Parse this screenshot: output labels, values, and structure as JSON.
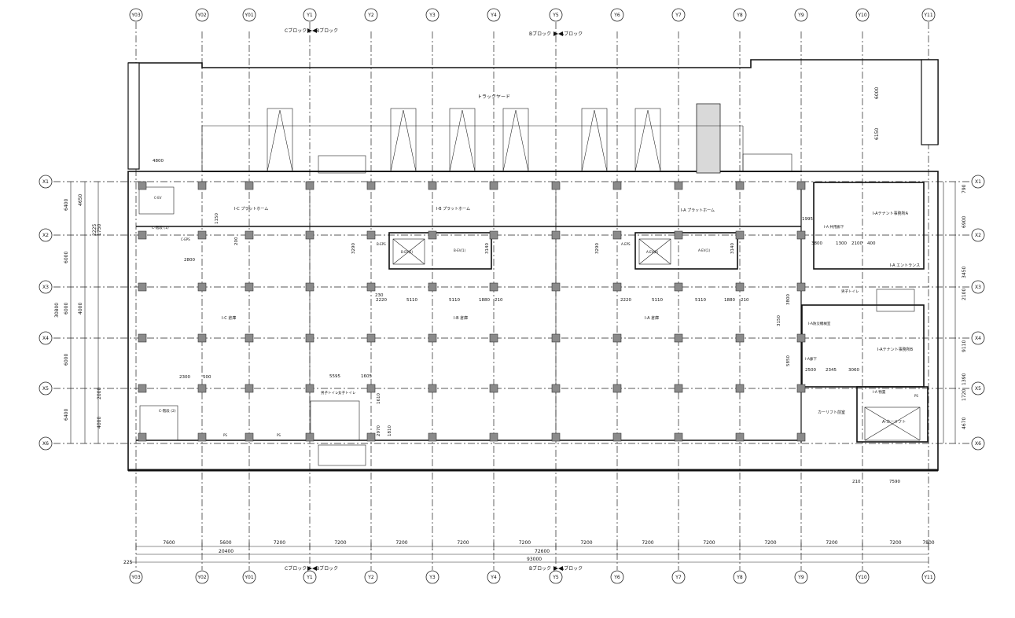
{
  "block_markers": {
    "top_c_b": "Cブロック",
    "top_b": "Bブロック",
    "top_b2": "Bブロック",
    "top_a": "Aブロック",
    "bottom_c_b": "Cブロック",
    "bottom_b": "Bブロック",
    "bottom_b2": "Bブロック",
    "bottom_a": "Aブロック"
  },
  "y_axes": [
    {
      "label": "Y03"
    },
    {
      "label": "Y02"
    },
    {
      "label": "Y01"
    },
    {
      "label": "Y1"
    },
    {
      "label": "Y2"
    },
    {
      "label": "Y3"
    },
    {
      "label": "Y4"
    },
    {
      "label": "Y5"
    },
    {
      "label": "Y6"
    },
    {
      "label": "Y7"
    },
    {
      "label": "Y8"
    },
    {
      "label": "Y9"
    },
    {
      "label": "Y10"
    },
    {
      "label": "Y11"
    }
  ],
  "x_axes": [
    {
      "label": "X1"
    },
    {
      "label": "X2"
    },
    {
      "label": "X3"
    },
    {
      "label": "X4"
    },
    {
      "label": "X5"
    },
    {
      "label": "X6"
    }
  ],
  "bottom_spans": [
    "7600",
    "5600",
    "7200",
    "7200",
    "7200",
    "7200",
    "7200",
    "7200",
    "7200",
    "7200",
    "7200",
    "7200",
    "7200",
    "7800"
  ],
  "bottom_subtotals": {
    "left": "20400",
    "right": "72600",
    "total": "93000",
    "offset": "225"
  },
  "left_dims": {
    "a": "6400",
    "b": "4650",
    "c": "6000",
    "d": "6000",
    "e": "6000",
    "f": "6400",
    "total": "30800",
    "g": "2000",
    "h": "4000",
    "i": "1750",
    "j": "2225"
  },
  "right_dims": [
    "790",
    "6900",
    "3450",
    "2100",
    "9110",
    "1390",
    "1720",
    "4670"
  ],
  "right_top_dims": [
    "6000",
    "6150"
  ],
  "rooms": {
    "truck_yard": "トラックヤード",
    "platform_c": "I-C プラットホーム",
    "platform_b": "I-B プラットホーム",
    "platform_a": "I-A プラットホーム",
    "warehouse_c": "I-C 倉庫",
    "warehouse_b": "I-B 倉庫",
    "warehouse_a": "I-A 倉庫",
    "tenant_office_a": "I-Aテナント事務所A",
    "tenant_office_b": "I-Aテナント事務所B",
    "entrance": "I-A エントランス",
    "common_corridor": "I-A 共用廊下",
    "corridor": "I-A廊下",
    "disaster_center": "I-A防災機械室",
    "toilets_a": "男子トイレ",
    "toilets_b1": "男子トイレ",
    "toilets_b2": "女子トイレ",
    "forklift": "カーリフト前室",
    "forklift_room": "A-カーリフト",
    "warehouse_small": "I-A 物置",
    "stair_c1": "C-階段 (1)",
    "stair_c2": "C-階段 (2)",
    "c_eps": "C-EPS",
    "c_ev": "C-EV",
    "b_eps": "B-EPS",
    "b_ev": "B-EV(2)",
    "b_ev1": "B-EV(1)",
    "a_eps": "A-EPS",
    "a_ev": "A-EV(2)",
    "a_ev1": "A-EV(1)",
    "ps1": "PS",
    "ps2": "PS",
    "ps3": "PS"
  },
  "interior_dims": {
    "d4800": "4800",
    "d2800": "2800",
    "d2300": "2300",
    "d500": "500",
    "d5595": "5595",
    "d1605": "1605",
    "d2220": "2220",
    "d5110": "5110",
    "d5110b": "5110",
    "d1880": "1880",
    "d210": "210",
    "d2220b": "2220",
    "d5110c": "5110",
    "d5110d": "5110",
    "d1880b": "1880",
    "d210b": "210",
    "d3800": "3800",
    "d1300": "1300",
    "d2100": "2100",
    "d400": "400",
    "d2500": "2500",
    "d2345": "2345",
    "d3060": "3060",
    "d1995": "1995",
    "d3800b": "3800",
    "d3150": "3150",
    "d5850": "5850",
    "d210c": "210",
    "d7590": "7590",
    "d3290": "3290",
    "d3140": "3140",
    "d200": "200",
    "d1150": "1150",
    "d2970": "2970",
    "d1610": "1610",
    "d1810": "1810",
    "d230": "230"
  }
}
